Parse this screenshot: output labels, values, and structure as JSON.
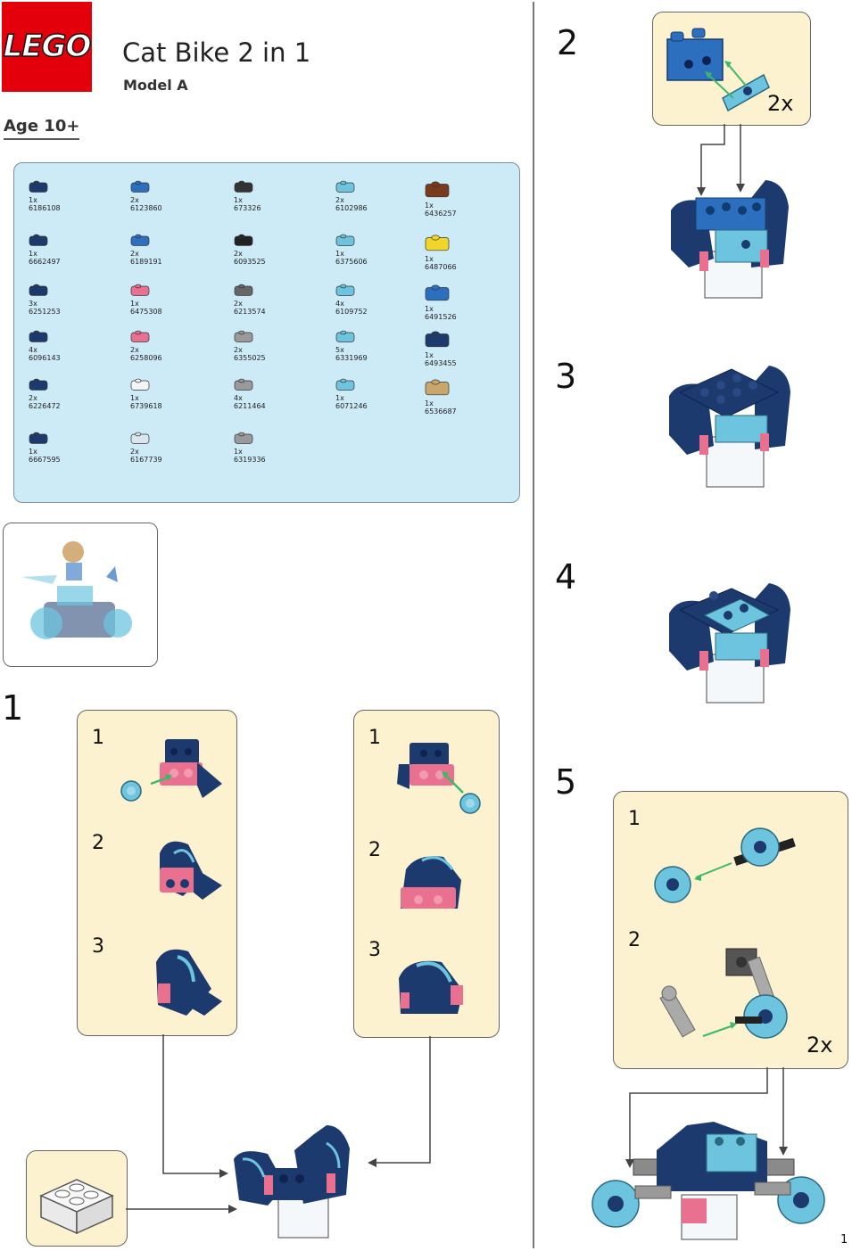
{
  "header": {
    "logo_text": "LEGO",
    "title": "Cat Bike  2 in 1",
    "subtitle": "Model A",
    "age": "Age 10+"
  },
  "parts": [
    {
      "qty": "1x",
      "id": "6186108",
      "icon": "dark-blue-slope-icon",
      "color": "#1c3a6e"
    },
    {
      "qty": "1x",
      "id": "6662497",
      "icon": "dark-blue-slope-icon",
      "color": "#1c3a6e"
    },
    {
      "qty": "3x",
      "id": "6251253",
      "icon": "dark-blue-curved-slope-icon",
      "color": "#1c3a6e"
    },
    {
      "qty": "4x",
      "id": "6096143",
      "icon": "dark-blue-curved-slope-icon",
      "color": "#1c3a6e"
    },
    {
      "qty": "2x",
      "id": "6226472",
      "icon": "dark-blue-bracket-icon",
      "color": "#1c3a6e"
    },
    {
      "qty": "1x",
      "id": "6667595",
      "icon": "dark-blue-plate-icon",
      "color": "#1c3a6e"
    },
    {
      "qty": "2x",
      "id": "6123860",
      "icon": "blue-slope-icon",
      "color": "#2d6fbf"
    },
    {
      "qty": "2x",
      "id": "6189191",
      "icon": "blue-brick-icon",
      "color": "#2d6fbf"
    },
    {
      "qty": "1x",
      "id": "6475308",
      "icon": "pink-tile-icon",
      "color": "#e9718f"
    },
    {
      "qty": "2x",
      "id": "6258096",
      "icon": "pink-plate-icon",
      "color": "#e9718f"
    },
    {
      "qty": "1x",
      "id": "6739618",
      "icon": "white-brick-icon",
      "color": "#f4f4f4"
    },
    {
      "qty": "2x",
      "id": "6167739",
      "icon": "trans-clip-icon",
      "color": "#d9e6ee"
    },
    {
      "qty": "1x",
      "id": "673326",
      "icon": "black-round-brick-icon",
      "color": "#333333"
    },
    {
      "qty": "2x",
      "id": "6093525",
      "icon": "black-axle-icon",
      "color": "#222222"
    },
    {
      "qty": "2x",
      "id": "6213574",
      "icon": "grey-brick-icon",
      "color": "#666666"
    },
    {
      "qty": "2x",
      "id": "6355025",
      "icon": "grey-bar-icon",
      "color": "#9a9a9a"
    },
    {
      "qty": "4x",
      "id": "6211464",
      "icon": "grey-hinge-icon",
      "color": "#9a9a9a"
    },
    {
      "qty": "1x",
      "id": "6319336",
      "icon": "grey-plate-icon",
      "color": "#9a9a9a"
    },
    {
      "qty": "2x",
      "id": "6102986",
      "icon": "aqua-round-tile-icon",
      "color": "#6cc4df"
    },
    {
      "qty": "1x",
      "id": "6375606",
      "icon": "aqua-slope-icon",
      "color": "#6cc4df"
    },
    {
      "qty": "4x",
      "id": "6109752",
      "icon": "aqua-wheel-hub-icon",
      "color": "#6cc4df"
    },
    {
      "qty": "5x",
      "id": "6331969",
      "icon": "aqua-jumper-plate-icon",
      "color": "#6cc4df"
    },
    {
      "qty": "1x",
      "id": "6071246",
      "icon": "aqua-wing-plate-icon",
      "color": "#6cc4df"
    },
    {
      "qty": "1x",
      "id": "6436257",
      "icon": "minifig-hair-icon",
      "color": "#7a3b1c"
    },
    {
      "qty": "1x",
      "id": "6487066",
      "icon": "minifig-head-icon",
      "color": "#f2d52a"
    },
    {
      "qty": "1x",
      "id": "6491526",
      "icon": "minifig-helmet-icon",
      "color": "#2d6fbf"
    },
    {
      "qty": "1x",
      "id": "6493455",
      "icon": "minifig-torso-icon",
      "color": "#1c3a6e"
    },
    {
      "qty": "1x",
      "id": "6536687",
      "icon": "minifig-legs-icon",
      "color": "#c9a66b"
    }
  ],
  "steps": [
    {
      "number": "1",
      "substeps": [
        "1",
        "2",
        "3"
      ],
      "substeps_right": [
        "1",
        "2",
        "3"
      ]
    },
    {
      "number": "2",
      "multiplier": "2x"
    },
    {
      "number": "3"
    },
    {
      "number": "4"
    },
    {
      "number": "5",
      "substeps": [
        "1",
        "2"
      ],
      "multiplier": "2x"
    }
  ],
  "page_number": "1",
  "colors": {
    "lego_red": "#e3000b",
    "parts_panel": "#cdeaf7",
    "callout": "#fcf2d0",
    "dark_blue": "#1c3a6e",
    "medium_azure": "#6cc4df",
    "pink": "#e9718f",
    "arrow_green": "#3cb86b"
  }
}
